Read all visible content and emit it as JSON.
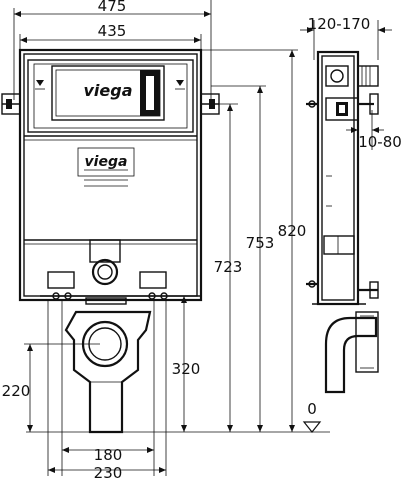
{
  "brand": {
    "logo_text": "viega"
  },
  "dimensions": {
    "total_width": "475",
    "inner_width": "435",
    "total_height": "820",
    "height_753": "753",
    "height_723": "723",
    "height_320": "320",
    "height_220": "220",
    "spacing_180": "180",
    "width_230": "230",
    "depth_range": "120-170",
    "offset_range": "10-80",
    "zero_level": "0"
  }
}
